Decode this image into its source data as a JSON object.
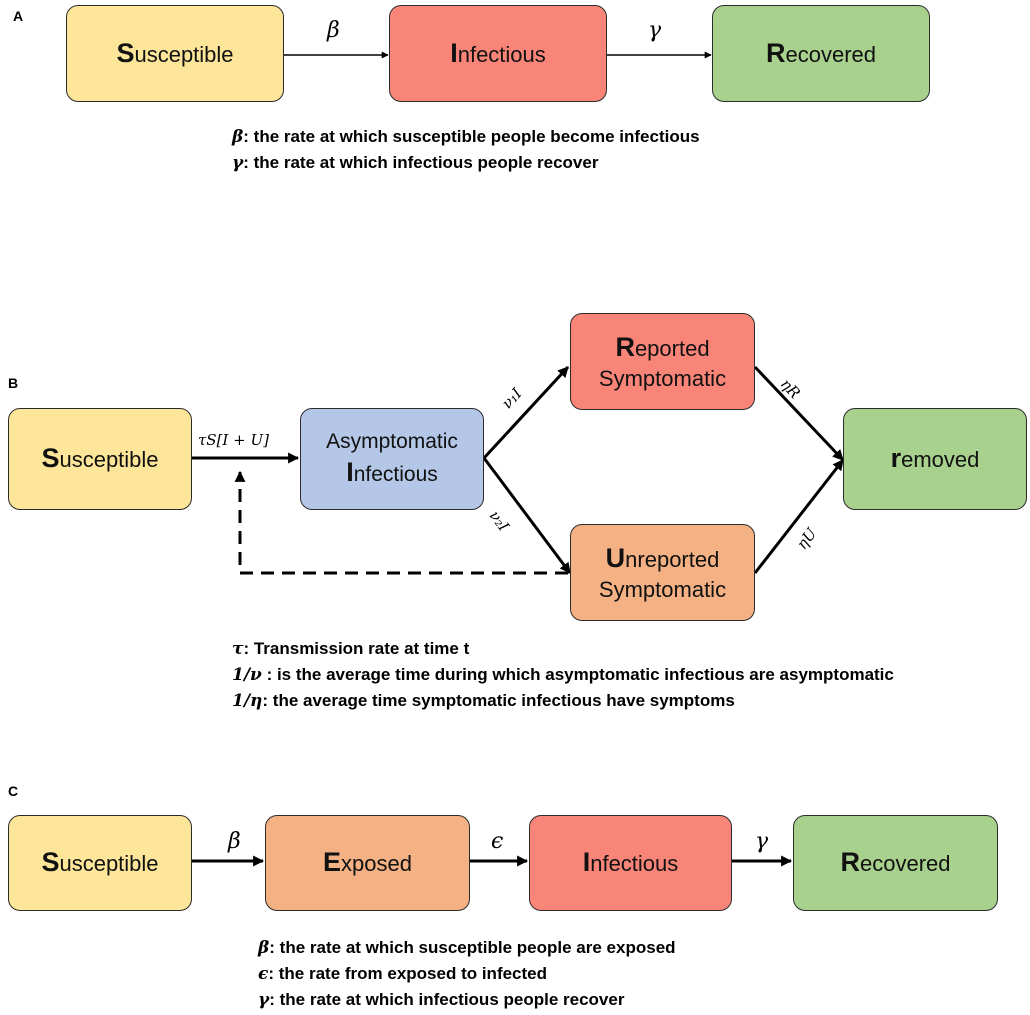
{
  "panel_a": {
    "letter": "A",
    "susceptible": {
      "cap": "S",
      "rest": "usceptible"
    },
    "infectious": {
      "cap": "I",
      "rest": "nfectious"
    },
    "recovered": {
      "cap": "R",
      "rest": "ecovered"
    },
    "rate_beta": "β",
    "rate_gamma": "γ",
    "legend": [
      {
        "sym": "β",
        "text": ": the rate at which susceptible people become infectious"
      },
      {
        "sym": "γ",
        "text": ": the rate at which infectious people recover"
      }
    ]
  },
  "panel_b": {
    "letter": "B",
    "susceptible": {
      "cap": "S",
      "rest": "usceptible"
    },
    "asymptomatic": {
      "line1": "Asymptomatic",
      "cap": "I",
      "rest": "nfectious"
    },
    "reported": {
      "cap": "R",
      "rest": "eported",
      "line2": "Symptomatic"
    },
    "unreported": {
      "cap": "U",
      "rest": "nreported",
      "line2": "Symptomatic"
    },
    "removed": {
      "cap": "r",
      "rest": "emoved"
    },
    "rate_tau": "τS[I + U]",
    "rate_nu1": "ν₁I",
    "rate_nu2": "ν₂I",
    "rate_etaR": "ηR",
    "rate_etaU": "ηU",
    "legend": [
      {
        "sym": "τ",
        "text": ": Transmission rate at time t"
      },
      {
        "sym": "1/ν",
        "text": " : is the average time during which asymptomatic infectious are asymptomatic"
      },
      {
        "sym": "1/η",
        "text": ": the average time symptomatic infectious have symptoms"
      }
    ]
  },
  "panel_c": {
    "letter": "C",
    "susceptible": {
      "cap": "S",
      "rest": "usceptible"
    },
    "exposed": {
      "cap": "E",
      "rest": "xposed"
    },
    "infectious": {
      "cap": "I",
      "rest": "nfectious"
    },
    "recovered": {
      "cap": "R",
      "rest": "ecovered"
    },
    "rate_beta": "β",
    "rate_epsilon": "ϵ",
    "rate_gamma": "γ",
    "legend": [
      {
        "sym": "β",
        "text": ": the rate at which susceptible people are exposed"
      },
      {
        "sym": "ϵ",
        "text": ": the rate from exposed to infected"
      },
      {
        "sym": "γ",
        "text": ": the rate at which infectious people recover"
      }
    ]
  }
}
